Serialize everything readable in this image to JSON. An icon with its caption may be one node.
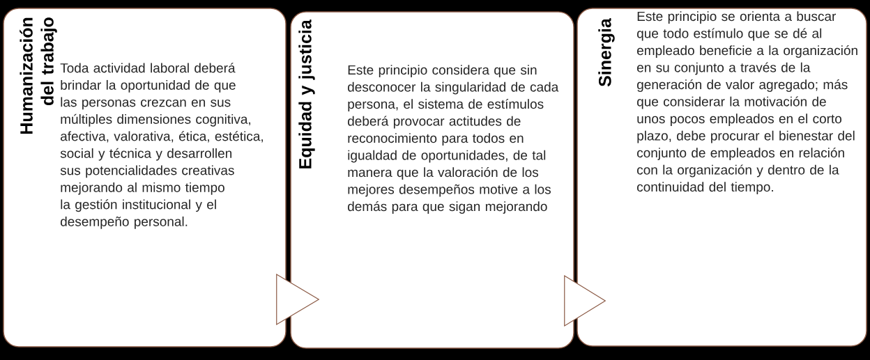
{
  "diagram": {
    "nodes": [
      {
        "text": [
          "Humanización del trabajo",
          "Toda actividad laboral deberá brindar la oportunidad de que las personas crezcan en sus múltiples dimensiones cognitiva, afectiva, valorativa, ética, estética, social y técnica y desarrollen sus potencialidades creativas mejorando al mismo tiempo la gestión institucional y el desempeño personal."
        ]
      },
      {
        "text": [
          "Equidad y justicia",
          "Este principio considera que sin desconocer la singularidad de cada persona, el sistema de estímulos deberá provocar actitudes de reconocimiento para todos en igualdad de oportunidades, de tal manera que la valoración de los mejores desempeños motive a los demás para que sigan mejorando"
        ]
      },
      {
        "text": [
          "Sinergia",
          "Este principio se orienta a buscar que todo estímulo que se dé al empleado beneficie a la organización en su conjunto a través de la generación de valor agregado; más que considerar la motivación de unos pocos empleados en el corto plazo, debe procurar el bienestar del conjunto de empleados en relación con la organización y dentro de la continuidad del tiempo."
        ]
      }
    ],
    "edges": [
      {
        "from": 0,
        "to": 1,
        "arrow": "to"
      },
      {
        "from": 1,
        "to": 2,
        "arrow": "to"
      }
    ]
  }
}
